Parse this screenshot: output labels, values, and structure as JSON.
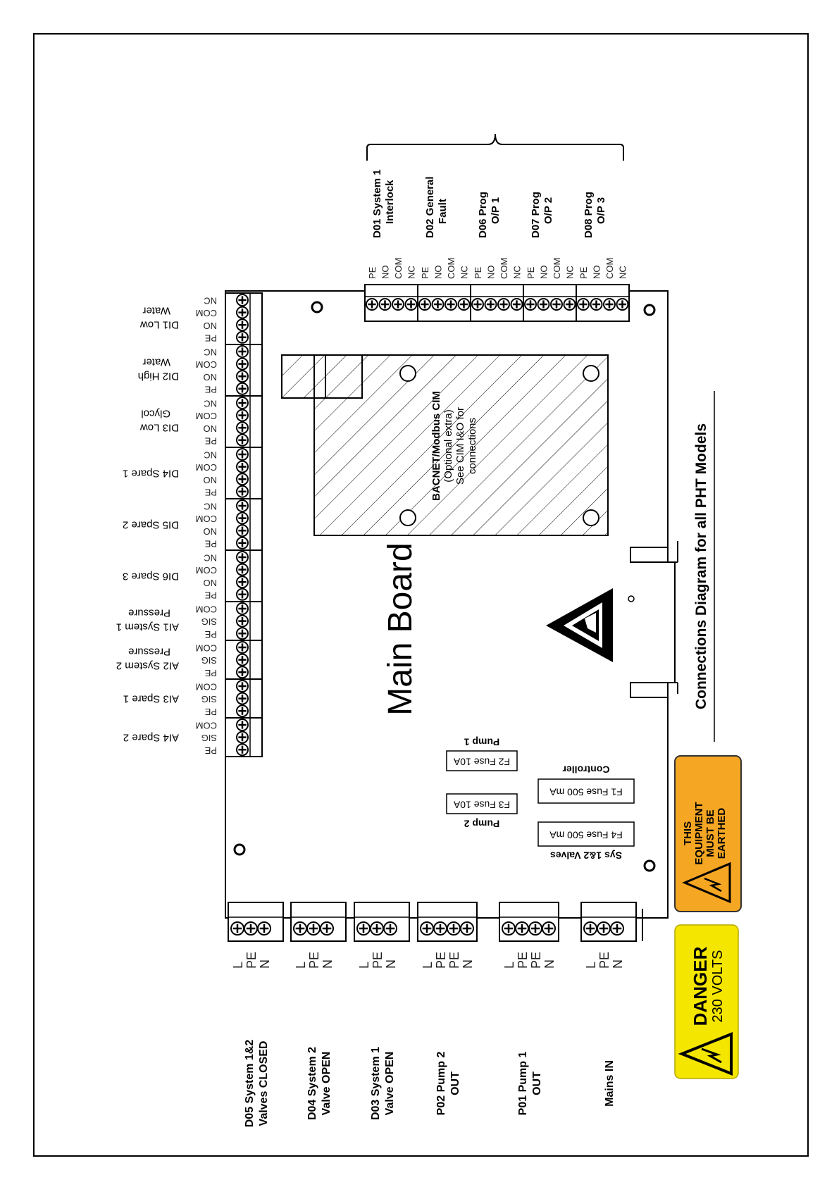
{
  "title": "Connections Diagram for all PHT Models",
  "main_board_label": "Main Board",
  "cim": {
    "line1": "BACNET/Modbus CIM",
    "line2": "(Optional extra)",
    "line3": "See CIM I&O for",
    "line4": "connections"
  },
  "fuses": {
    "f1": "F1 Fuse 500 mA",
    "f2": "F2 Fuse 10A",
    "f3": "F3 Fuse 10A",
    "f4": "F4 Fuse 500 mA",
    "pump1": "Pump 1",
    "pump2": "Pump 2",
    "controller": "Controller",
    "valves": "Sys 1&2 Valves"
  },
  "relay_outputs": [
    {
      "line1": "D01 System 1",
      "line2": "Interlock",
      "pins": [
        "PE",
        "NO",
        "COM",
        "NC"
      ]
    },
    {
      "line1": "D02 General",
      "line2": "Fault",
      "pins": [
        "PE",
        "NO",
        "COM",
        "NC"
      ]
    },
    {
      "line1": "D06 Prog",
      "line2": "O/P 1",
      "pins": [
        "PE",
        "NO",
        "COM",
        "NC"
      ]
    },
    {
      "line1": "D07 Prog",
      "line2": "O/P 2",
      "pins": [
        "PE",
        "NO",
        "COM",
        "NC"
      ]
    },
    {
      "line1": "D08 Prog",
      "line2": "O/P 3",
      "pins": [
        "PE",
        "NO",
        "COM",
        "NC"
      ]
    }
  ],
  "left_inputs": [
    {
      "line1": "DI1 Low",
      "line2": "Water",
      "pins": [
        "NC",
        "COM",
        "NO",
        "PE"
      ]
    },
    {
      "line1": "DI2 High",
      "line2": "Water",
      "pins": [
        "NC",
        "COM",
        "NO",
        "PE"
      ]
    },
    {
      "line1": "DI3 Low",
      "line2": "Glycol",
      "pins": [
        "NC",
        "COM",
        "NO",
        "PE"
      ]
    },
    {
      "line1": "DI4 Spare 1",
      "line2": "",
      "pins": [
        "NC",
        "COM",
        "NO",
        "PE"
      ]
    },
    {
      "line1": "DI5 Spare 2",
      "line2": "",
      "pins": [
        "NC",
        "COM",
        "NO",
        "PE"
      ]
    },
    {
      "line1": "DI6 Spare 3",
      "line2": "",
      "pins": [
        "NC",
        "COM",
        "NO",
        "PE"
      ]
    },
    {
      "line1": "AI1 System 1",
      "line2": "Pressure",
      "pins": [
        "COM",
        "SIG",
        "PE"
      ]
    },
    {
      "line1": "AI2 System 2",
      "line2": "Pressure",
      "pins": [
        "COM",
        "SIG",
        "PE"
      ]
    },
    {
      "line1": "AI3 Spare 1",
      "line2": "",
      "pins": [
        "COM",
        "SIG",
        "PE"
      ]
    },
    {
      "line1": "AI4 Spare 2",
      "line2": "",
      "pins": [
        "COM",
        "SIG",
        "PE"
      ]
    }
  ],
  "power_outputs": [
    {
      "line1": "D05 System 1&2",
      "line2": "Valves CLOSED",
      "pins": [
        "L",
        "PE",
        "N"
      ]
    },
    {
      "line1": "D04 System 2",
      "line2": "Valve OPEN",
      "pins": [
        "L",
        "PE",
        "N"
      ]
    },
    {
      "line1": "D03 System 1",
      "line2": "Valve OPEN",
      "pins": [
        "L",
        "PE",
        "N"
      ]
    },
    {
      "line1": "P02 Pump 2",
      "line2": "OUT",
      "pins": [
        "L",
        "PE",
        "PE",
        "N"
      ]
    },
    {
      "line1": "P01 Pump 1",
      "line2": "OUT",
      "pins": [
        "L",
        "PE",
        "PE",
        "N"
      ]
    },
    {
      "line1": "Mains IN",
      "line2": "",
      "pins": [
        "L",
        "PE",
        "N"
      ]
    }
  ],
  "warning_earthed": {
    "line1": "THIS",
    "line2": "EQUIPMENT",
    "line3": "MUST BE",
    "line4": "EARTHED"
  },
  "warning_danger": {
    "line1": "DANGER",
    "line2": "230 VOLTS"
  },
  "colors": {
    "earthed_bg": "#f5a623",
    "danger_bg": "#f5e600",
    "line": "#000000"
  }
}
